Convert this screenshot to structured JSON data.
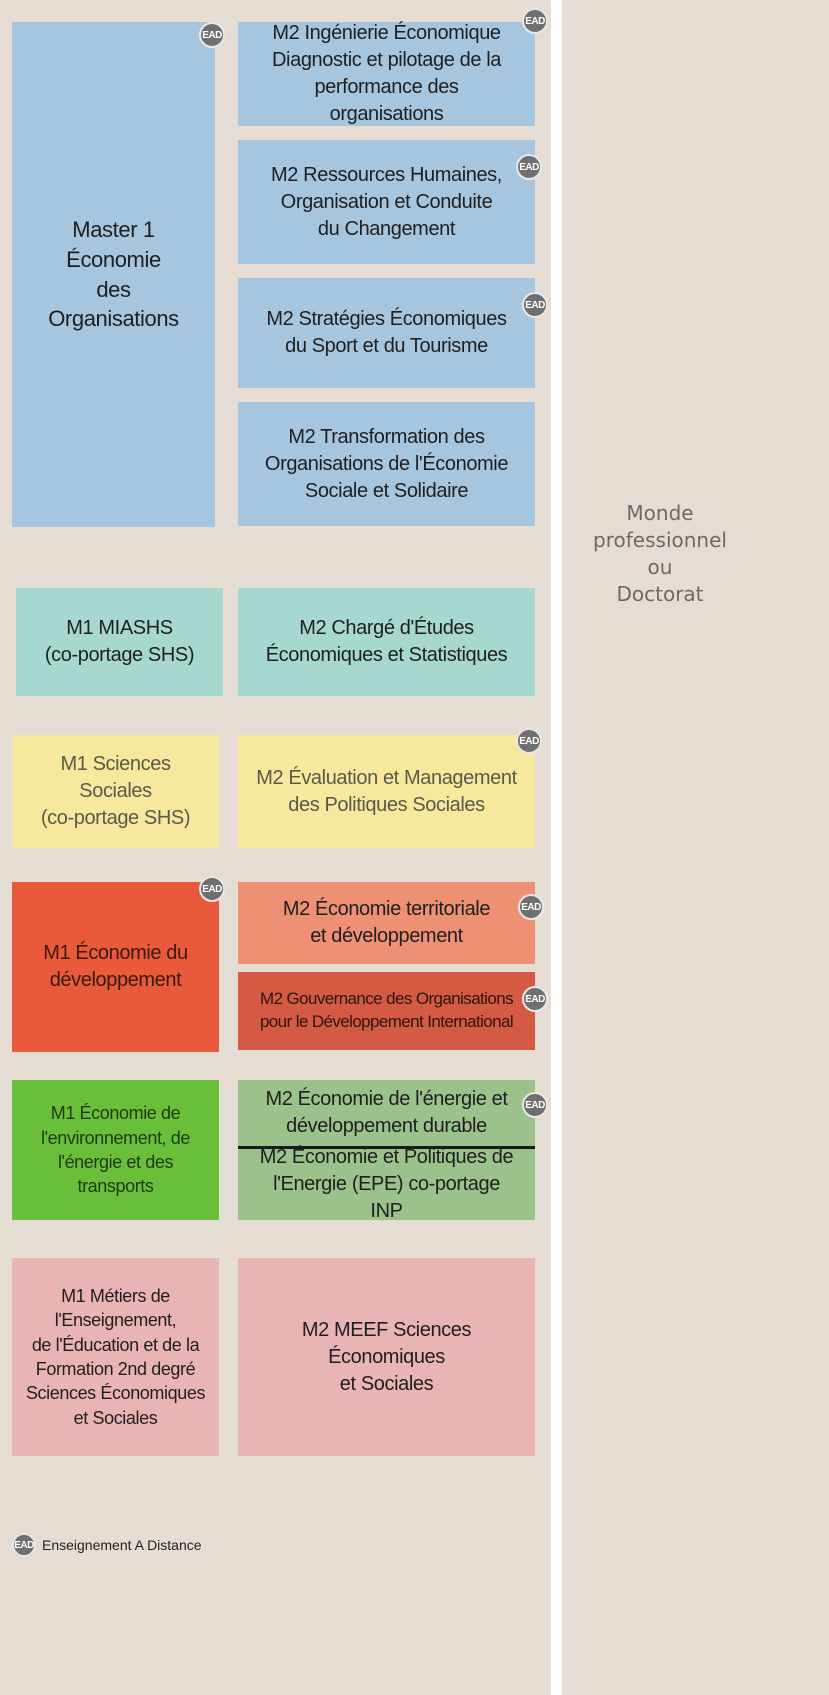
{
  "ead_badge": "EAD",
  "right": {
    "lines": [
      "Monde",
      "professionnel",
      "ou",
      "Doctorat"
    ]
  },
  "legend": {
    "text": "Enseignement A Distance"
  },
  "groups": [
    {
      "m1": {
        "lines": [
          "Master 1",
          "Économie",
          "des",
          "Organisations"
        ],
        "ead": true
      },
      "m2": [
        {
          "lines": [
            "M2 Ingénierie Économique",
            "Diagnostic et pilotage de la",
            "performance des organisations"
          ],
          "ead": true
        },
        {
          "lines": [
            "M2 Ressources Humaines,",
            "Organisation et Conduite",
            "du Changement"
          ],
          "ead": true
        },
        {
          "lines": [
            "M2 Stratégies  Économiques",
            "du Sport et du Tourisme"
          ],
          "ead": true
        },
        {
          "lines": [
            "M2 Transformation des",
            "Organisations de l'Économie",
            "Sociale et Solidaire"
          ],
          "ead": false
        }
      ]
    },
    {
      "m1": {
        "lines": [
          "M1 MIASHS",
          "(co-portage SHS)"
        ],
        "ead": false
      },
      "m2": [
        {
          "lines": [
            "M2 Chargé d'Études",
            "Économiques et Statistiques"
          ],
          "ead": false
        }
      ]
    },
    {
      "m1": {
        "lines": [
          "M1 Sciences Sociales",
          "(co-portage SHS)"
        ],
        "ead": false
      },
      "m2": [
        {
          "lines": [
            "M2 Évaluation et Management",
            "des Politiques Sociales"
          ],
          "ead": true
        }
      ]
    },
    {
      "m1": {
        "lines": [
          "M1 Économie du",
          "développement"
        ],
        "ead": true
      },
      "m2": [
        {
          "lines": [
            "M2 Économie territoriale",
            "et développement"
          ],
          "ead": true
        },
        {
          "lines": [
            "M2 Gouvernance des Organisations",
            "pour le Développement International"
          ],
          "ead": true
        }
      ]
    },
    {
      "m1": {
        "lines": [
          "M1 Économie de",
          "l'environnement, de",
          "l'énergie et des transports"
        ],
        "ead": false
      },
      "m2": [
        {
          "lines": [
            "M2 Économie de l'énergie et",
            "développement durable"
          ],
          "ead": true
        },
        {
          "lines": [
            "M2 Économie et Politiques de",
            "l'Energie (EPE) co-portage INP"
          ],
          "ead": false
        }
      ]
    },
    {
      "m1": {
        "lines": [
          "M1 Métiers de l'Enseignement,",
          "de l'Éducation et de la",
          "Formation 2nd degré",
          "Sciences Économiques",
          "et Sociales"
        ],
        "ead": false
      },
      "m2": [
        {
          "lines": [
            "M2 MEEF Sciences Économiques",
            "et Sociales"
          ],
          "ead": false
        }
      ]
    }
  ]
}
